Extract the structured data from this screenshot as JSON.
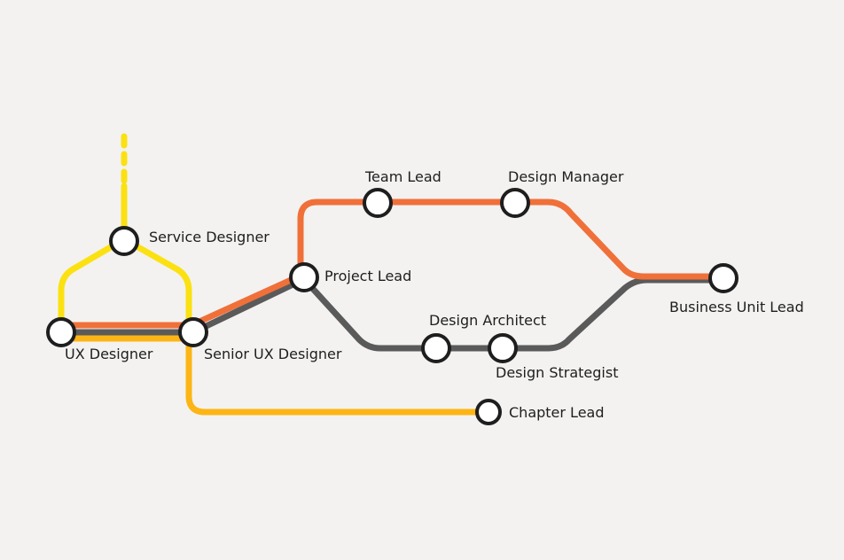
{
  "colors": {
    "background": "#f3f2f0",
    "yellow_line": "#fbe111",
    "amber_line": "#fdb515",
    "orange_line": "#f0703a",
    "gray_line": "#5a5a5a",
    "station_fill": "#ffffff",
    "station_stroke": "#1e1e1e",
    "label_color": "#1e1e1e"
  },
  "stations": {
    "service_designer": "Service Designer",
    "ux_designer": "UX Designer",
    "senior_ux_designer": "Senior UX Designer",
    "project_lead": "Project Lead",
    "team_lead": "Team Lead",
    "design_manager": "Design Manager",
    "business_unit_lead": "Business Unit Lead",
    "design_architect": "Design Architect",
    "design_strategist": "Design Strategist",
    "chapter_lead": "Chapter Lead"
  }
}
